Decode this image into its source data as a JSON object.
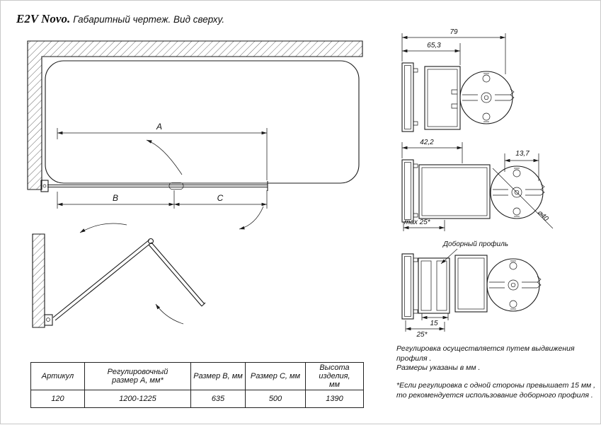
{
  "title": {
    "model": "E2V Novo.",
    "subtitle": "Габаритный чертеж. Вид сверху."
  },
  "main_view": {
    "dim_a": "A",
    "dim_b": "B",
    "dim_c": "C"
  },
  "profile_details": {
    "top": {
      "dim_width": "79",
      "dim_inner": "65,3"
    },
    "middle": {
      "dim_width": "42,2",
      "dim_gap": "13,7",
      "dim_max": "max 25*",
      "dim_diameter": "⌀40"
    },
    "bottom": {
      "callout": "Доборный профиль",
      "dim_insert": "15",
      "dim_total": "25*"
    }
  },
  "notes": {
    "line1": "Регулировка осуществляется путем выдвижения профиля .",
    "line2": "Размеры указаны в мм .",
    "line3": "*Если регулировка с одной стороны превышает 15 мм ,",
    "line4": "то рекомендуется использование доборного профиля ."
  },
  "table": {
    "headers": [
      "Артикул",
      "Регулировочный\nразмер А, мм*",
      "Размер В, мм",
      "Размер С, мм",
      "Высота\nизделия,\nмм"
    ],
    "row": [
      "120",
      "1200-1225",
      "635",
      "500",
      "1390"
    ]
  }
}
